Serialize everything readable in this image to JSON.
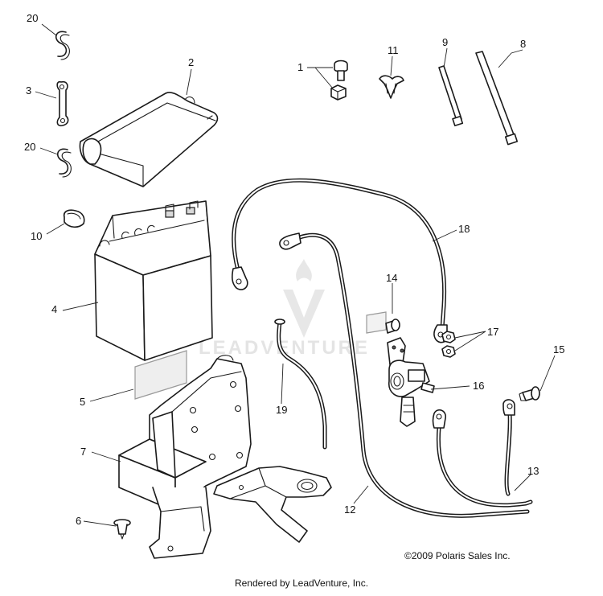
{
  "watermark": {
    "brand": "LEADVENTURE"
  },
  "callouts": [
    "20",
    "2",
    "3",
    "20",
    "10",
    "4",
    "5",
    "7",
    "6",
    "1",
    "11",
    "9",
    "8",
    "18",
    "14",
    "17",
    "16",
    "15",
    "19",
    "13",
    "12"
  ],
  "copyright": "©2009 Polaris Sales Inc.",
  "footer": "Rendered by LeadVenture, Inc."
}
